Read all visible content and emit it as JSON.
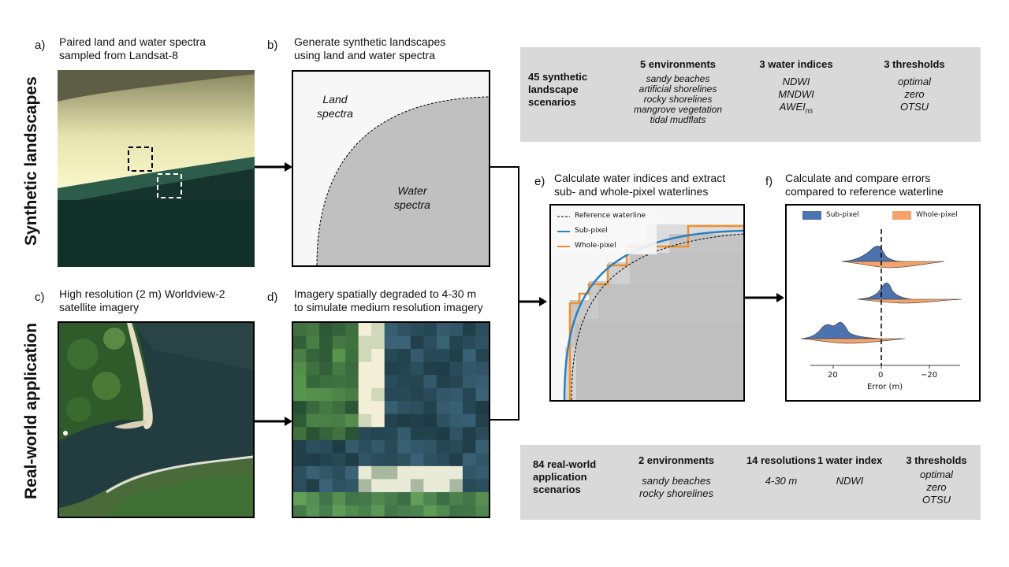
{
  "row_labels": {
    "top": "Synthetic landscapes",
    "bottom": "Real-world application"
  },
  "panels": {
    "a": {
      "letter": "a)",
      "caption_1": "Paired land and water spectra",
      "caption_2": "sampled from Landsat-8"
    },
    "b": {
      "letter": "b)",
      "caption_1": "Generate synthetic landscapes",
      "caption_2": "using land and water spectra",
      "land_1": "Land",
      "land_2": "spectra",
      "water_1": "Water",
      "water_2": "spectra"
    },
    "c": {
      "letter": "c)",
      "caption_1": "High resolution (2 m) Worldview-2",
      "caption_2": "satellite imagery"
    },
    "d": {
      "letter": "d)",
      "caption_1": "Imagery spatially degraded to 4-30 m",
      "caption_2": "to simulate medium resolution imagery"
    },
    "e": {
      "letter": "e)",
      "caption_1": "Calculate water indices and extract",
      "caption_2": "sub- and whole-pixel waterlines",
      "legend": [
        "Reference waterline",
        "Sub-pixel",
        "Whole-pixel"
      ]
    },
    "f": {
      "letter": "f)",
      "caption_1": "Calculate and compare errors",
      "caption_2": "compared to reference waterline",
      "legend": [
        "Sub-pixel",
        "Whole-pixel"
      ],
      "xlabel": "Error (m)",
      "ticks": [
        "20",
        "0",
        "−20"
      ]
    }
  },
  "synthetic_box": {
    "heading": [
      "45 synthetic",
      "landscape",
      "scenarios"
    ],
    "environments_title": "5 environments",
    "environments": [
      "sandy beaches",
      "artificial shorelines",
      "rocky shorelines",
      "mangrove vegetation",
      "tidal mudflats"
    ],
    "indices_title": "3 water indices",
    "indices": [
      "NDWI",
      "MNDWI"
    ],
    "awei_base": "AWEI",
    "awei_sub": "ns",
    "thresholds_title": "3 thresholds",
    "thresholds": [
      "optimal",
      "zero",
      "OTSU"
    ]
  },
  "real_box": {
    "heading": [
      "84 real-world",
      "application",
      "scenarios"
    ],
    "environments_title": "2 environments",
    "environments": [
      "sandy beaches",
      "rocky shorelines"
    ],
    "resolutions_title": "14 resolutions",
    "resolutions": "4-30 m",
    "index_title": "1 water index",
    "index": "NDWI",
    "thresholds_title": "3 thresholds",
    "thresholds": [
      "optimal",
      "zero",
      "OTSU"
    ]
  },
  "colors": {
    "subpixel": "#2d7fc1",
    "wholepixel": "#f28e2b",
    "violin_blue": "#4c72b0",
    "violin_orange": "#f4a46a",
    "box_gray": "#d9d9d9"
  }
}
